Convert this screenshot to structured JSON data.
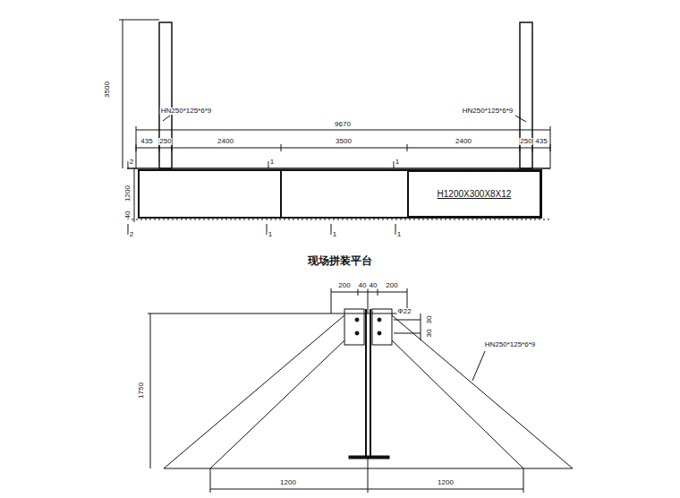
{
  "diagram": {
    "caption": "现场拼装平台",
    "nodes": [
      {
        "text": [
          "H1200X300X8X12"
        ]
      }
    ],
    "labels": [
      "3500",
      "HN250*125*6*9",
      "HN250*125*6*9",
      "9670",
      "435",
      "250",
      "2400",
      "3500",
      "2400",
      "250",
      "435",
      "2",
      "1",
      "1",
      "1200",
      "40",
      "2",
      "1",
      "1",
      "1",
      "200",
      "40",
      "40",
      "200",
      "Φ22",
      "30",
      "30",
      "HN250*125*6*9",
      "1750",
      "1200",
      "1200"
    ]
  }
}
